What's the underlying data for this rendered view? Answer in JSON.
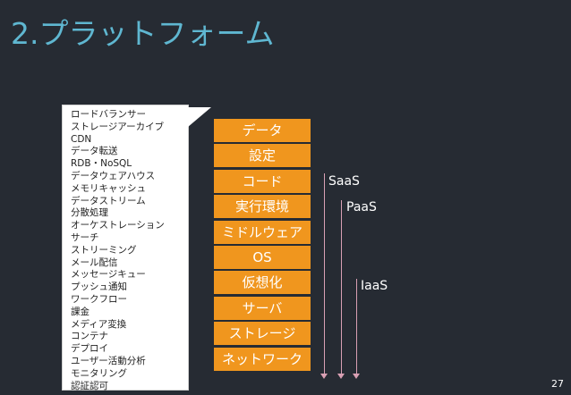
{
  "title": "2.プラットフォーム",
  "services": [
    "ロードバランサー",
    "ストレージアーカイブ",
    "CDN",
    "データ転送",
    "RDB・NoSQL",
    "データウェアハウス",
    "メモリキャッシュ",
    "データストリーム",
    "分散処理",
    "オーケストレーション",
    "サーチ",
    "ストリーミング",
    "メール配信",
    "メッセージキュー",
    "プッシュ通知",
    "ワークフロー",
    "課金",
    "メディア変換",
    "コンテナ",
    "デプロイ",
    "ユーザー活動分析",
    "モニタリング",
    "認証認可"
  ],
  "layers": [
    "データ",
    "設定",
    "コード",
    "実行環境",
    "ミドルウェア",
    "OS",
    "仮想化",
    "サーバ",
    "ストレージ",
    "ネットワーク"
  ],
  "brackets": {
    "saas": "SaaS",
    "paas": "PaaS",
    "iaas": "IaaS"
  },
  "colors": {
    "background": "#262b33",
    "title": "#5fb7d1",
    "layer": "#f0961e",
    "bracket_line": "#d9a0b4"
  },
  "page_number": "27"
}
